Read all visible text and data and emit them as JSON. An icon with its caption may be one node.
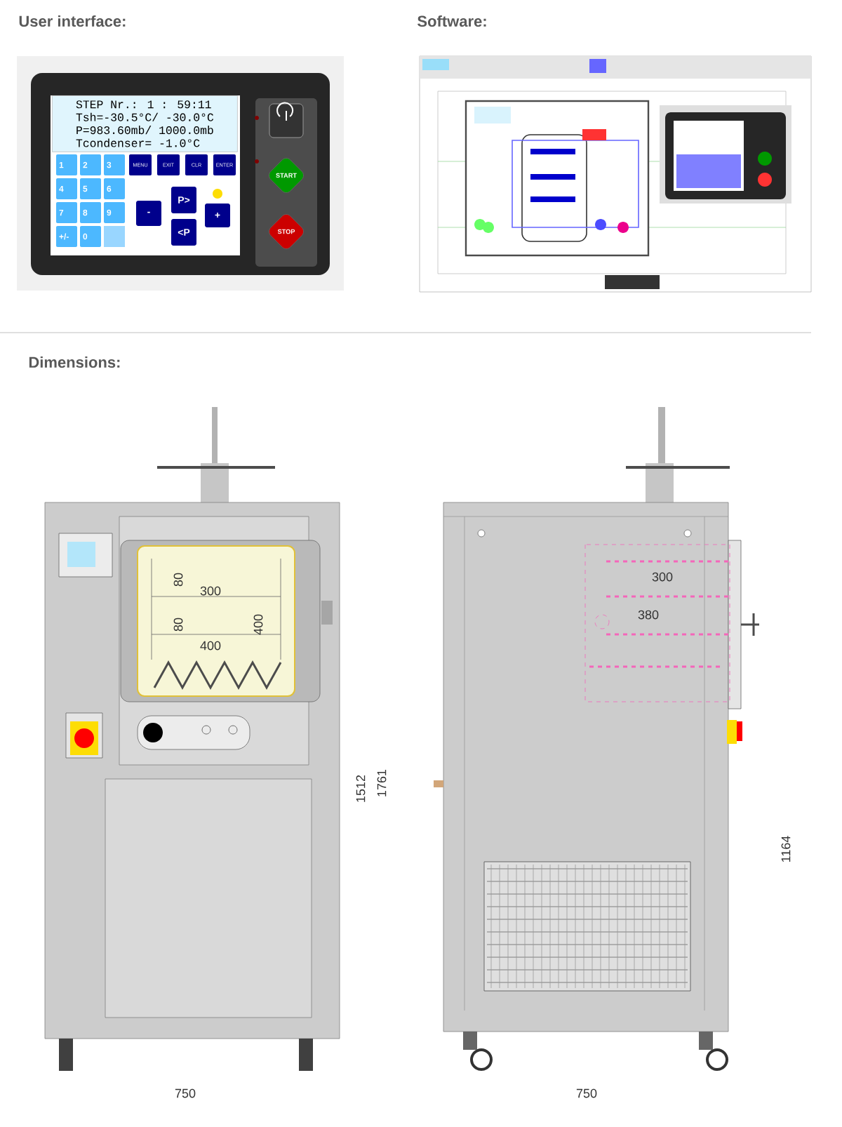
{
  "diagram": {
    "nodes": [
      {
        "text": [
          "STEP Nr.: 1 :  59:11",
          "Tsh=-30.5°C/ -30.0°C",
          "P=983.60mb/ 1000.0mb",
          "Tcondenser=   -1.0°C"
        ]
      },
      {
        "text": [
          "1"
        ]
      },
      {
        "text": [
          "2"
        ]
      },
      {
        "text": [
          "3"
        ]
      },
      {
        "text": [
          "MENU"
        ]
      },
      {
        "text": [
          "EXIT"
        ]
      },
      {
        "text": [
          "CLR"
        ]
      },
      {
        "text": [
          "ENTER"
        ]
      },
      {
        "text": [
          "4"
        ]
      },
      {
        "text": [
          "5"
        ]
      },
      {
        "text": [
          "6"
        ]
      },
      {
        "text": [
          "7"
        ]
      },
      {
        "text": [
          "8"
        ]
      },
      {
        "text": [
          "9"
        ]
      },
      {
        "text": [
          "P>"
        ]
      },
      {
        "text": [
          "-"
        ]
      },
      {
        "text": [
          "+"
        ]
      },
      {
        "text": [
          "+/-"
        ]
      },
      {
        "text": [
          "0"
        ]
      },
      {
        "text": [
          "<P"
        ]
      },
      {
        "text": [
          "START"
        ]
      },
      {
        "text": [
          "STOP"
        ]
      }
    ],
    "labels": [
      "User interface:",
      "Software:",
      "Dimensions:",
      "80",
      "300",
      "80",
      "400",
      "400",
      "1512",
      "1761",
      "300",
      "380",
      "1164",
      "750",
      "750"
    ]
  }
}
